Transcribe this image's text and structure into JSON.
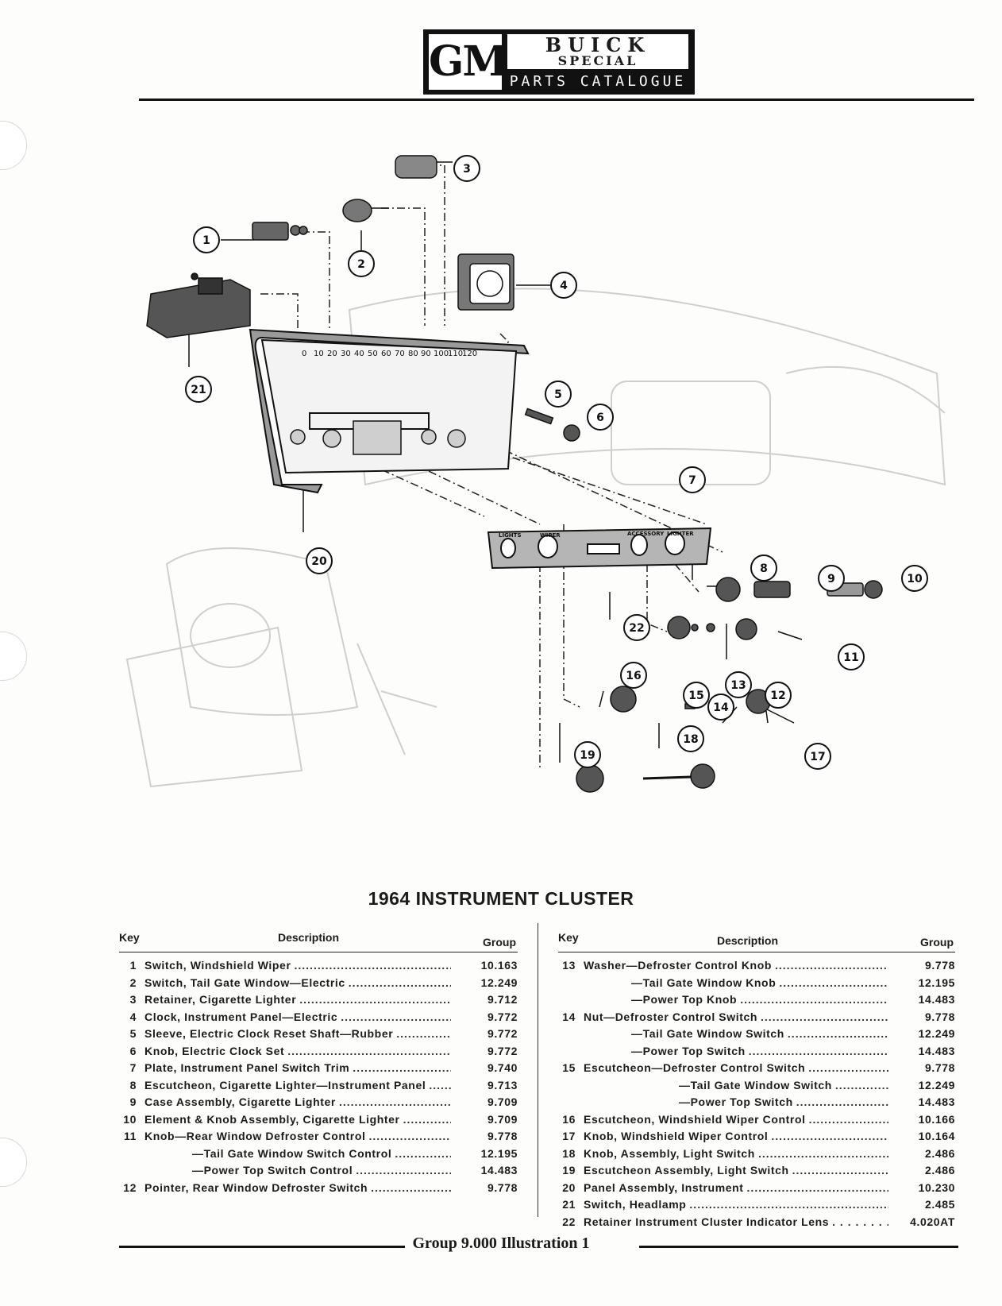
{
  "header": {
    "logo_gm": "GM",
    "logo_make": "BUICK",
    "logo_model": "SPECIAL",
    "logo_catalogue": "PARTS CATALOGUE"
  },
  "diagram": {
    "panel_labels": [
      "LIGHTS",
      "WIPER",
      "ACCESSORY",
      "LIGHTER"
    ],
    "speedometer_ticks": [
      "0",
      "10",
      "20",
      "30",
      "40",
      "50",
      "60",
      "70",
      "80",
      "90",
      "100",
      "110",
      "120"
    ],
    "callouts": [
      "1",
      "2",
      "3",
      "4",
      "5",
      "6",
      "7",
      "8",
      "9",
      "10",
      "11",
      "12",
      "13",
      "14",
      "15",
      "16",
      "17",
      "18",
      "19",
      "20",
      "21",
      "22"
    ]
  },
  "title": "1964 INSTRUMENT CLUSTER",
  "table_headers": {
    "key": "Key",
    "description": "Description",
    "group": "Group"
  },
  "parts_left": [
    {
      "key": "1",
      "desc": "Switch, Windshield Wiper",
      "group": "10.163"
    },
    {
      "key": "2",
      "desc": "Switch, Tail Gate Window—Electric",
      "group": "12.249"
    },
    {
      "key": "3",
      "desc": "Retainer, Cigarette Lighter",
      "group": "9.712"
    },
    {
      "key": "4",
      "desc": "Clock, Instrument Panel—Electric",
      "group": "9.772"
    },
    {
      "key": "5",
      "desc": "Sleeve, Electric Clock Reset Shaft—Rubber",
      "group": "9.772"
    },
    {
      "key": "6",
      "desc": "Knob, Electric Clock Set",
      "group": "9.772"
    },
    {
      "key": "7",
      "desc": "Plate, Instrument Panel Switch Trim",
      "group": "9.740"
    },
    {
      "key": "8",
      "desc": "Escutcheon, Cigarette Lighter—Instrument Panel",
      "group": "9.713"
    },
    {
      "key": "9",
      "desc": "Case Assembly, Cigarette Lighter",
      "group": "9.709"
    },
    {
      "key": "10",
      "desc": "Element & Knob Assembly, Cigarette Lighter",
      "group": "9.709"
    },
    {
      "key": "11",
      "desc": "Knob—Rear Window Defroster Control",
      "group": "9.778"
    },
    {
      "key": "",
      "desc": "—Tail Gate Window Switch Control",
      "group": "12.195",
      "indent": 1
    },
    {
      "key": "",
      "desc": "—Power Top Switch Control",
      "group": "14.483",
      "indent": 1
    },
    {
      "key": "12",
      "desc": "Pointer, Rear Window Defroster Switch",
      "group": "9.778"
    }
  ],
  "parts_right": [
    {
      "key": "13",
      "desc": "Washer—Defroster Control Knob",
      "group": "9.778"
    },
    {
      "key": "",
      "desc": "—Tail Gate Window Knob",
      "group": "12.195",
      "indent": 1
    },
    {
      "key": "",
      "desc": "—Power Top Knob",
      "group": "14.483",
      "indent": 1
    },
    {
      "key": "14",
      "desc": "Nut—Defroster Control Switch",
      "group": "9.778"
    },
    {
      "key": "",
      "desc": "—Tail Gate Window Switch",
      "group": "12.249",
      "indent": 1
    },
    {
      "key": "",
      "desc": "—Power Top Switch",
      "group": "14.483",
      "indent": 1
    },
    {
      "key": "15",
      "desc": "Escutcheon—Defroster Control Switch",
      "group": "9.778"
    },
    {
      "key": "",
      "desc": "—Tail Gate Window Switch",
      "group": "12.249",
      "indent": 2
    },
    {
      "key": "",
      "desc": "—Power Top Switch",
      "group": "14.483",
      "indent": 2
    },
    {
      "key": "16",
      "desc": "Escutcheon, Windshield Wiper Control",
      "group": "10.166"
    },
    {
      "key": "17",
      "desc": "Knob, Windshield Wiper Control",
      "group": "10.164"
    },
    {
      "key": "18",
      "desc": "Knob, Assembly, Light Switch",
      "group": "2.486"
    },
    {
      "key": "19",
      "desc": "Escutcheon Assembly, Light Switch",
      "group": "2.486"
    },
    {
      "key": "20",
      "desc": "Panel Assembly, Instrument",
      "group": "10.230"
    },
    {
      "key": "21",
      "desc": "Switch, Headlamp",
      "group": "2.485"
    },
    {
      "key": "22",
      "desc": "Retainer Instrument Cluster Indicator Lens",
      "group": "4.020AT",
      "sparse": true
    }
  ],
  "footer": "Group  9.000  Illustration 1"
}
